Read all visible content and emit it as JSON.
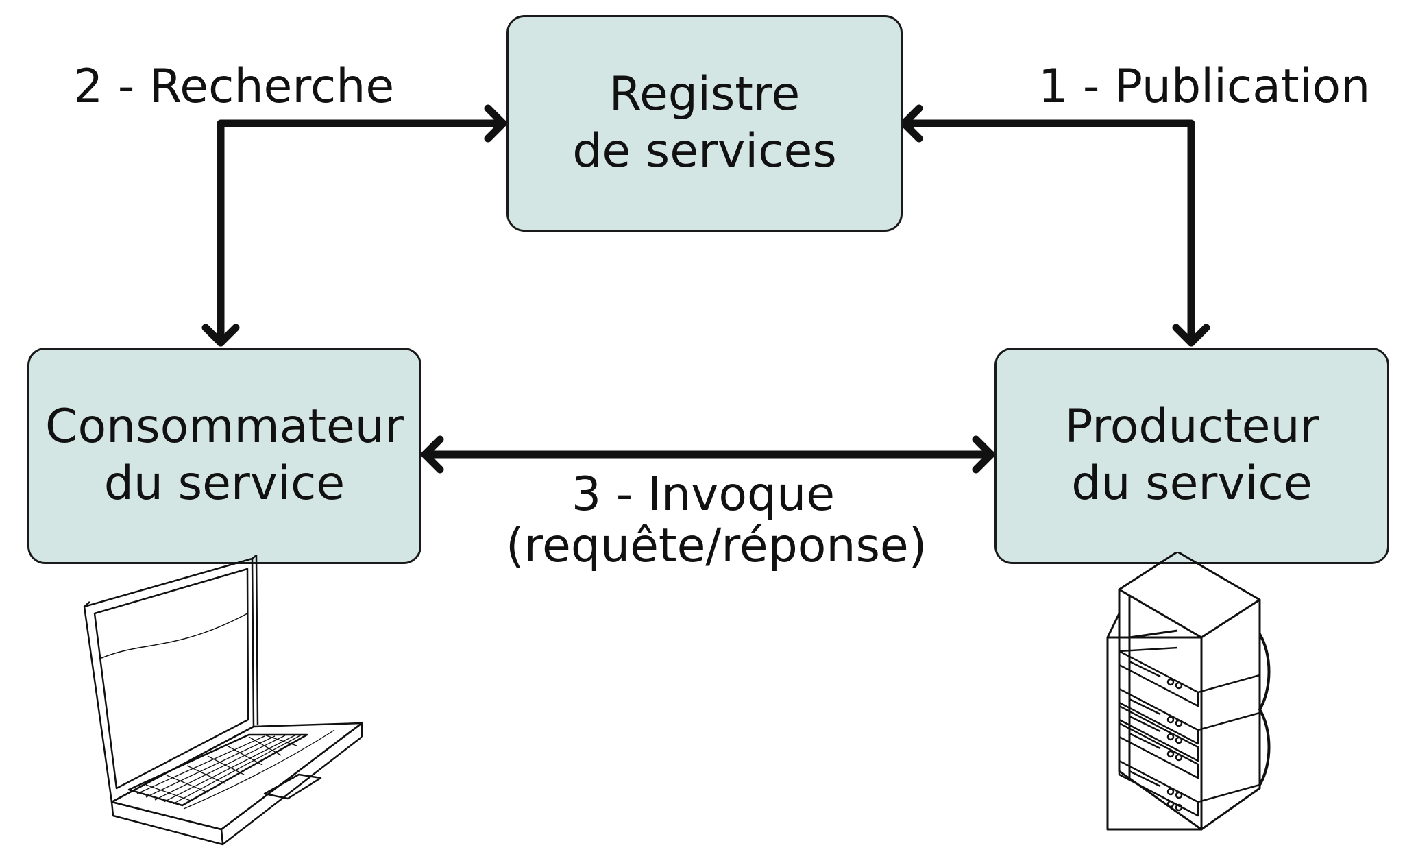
{
  "nodes": {
    "registry": {
      "line1": "Registre",
      "line2": "de services"
    },
    "consumer": {
      "line1": "Consommateur",
      "line2": "du service"
    },
    "producer": {
      "line1": "Producteur",
      "line2": "du service"
    }
  },
  "edges": {
    "search": "2 - Recherche",
    "publish": "1 - Publication",
    "invoke": {
      "line1": "3 - Invoque",
      "line2": "(requête/réponse)"
    }
  },
  "illustrations": {
    "consumer_icon": "laptop-icon",
    "producer_icon": "server-rack-icon"
  },
  "colors": {
    "node_fill": "#d4e6e3",
    "stroke": "#111111"
  }
}
